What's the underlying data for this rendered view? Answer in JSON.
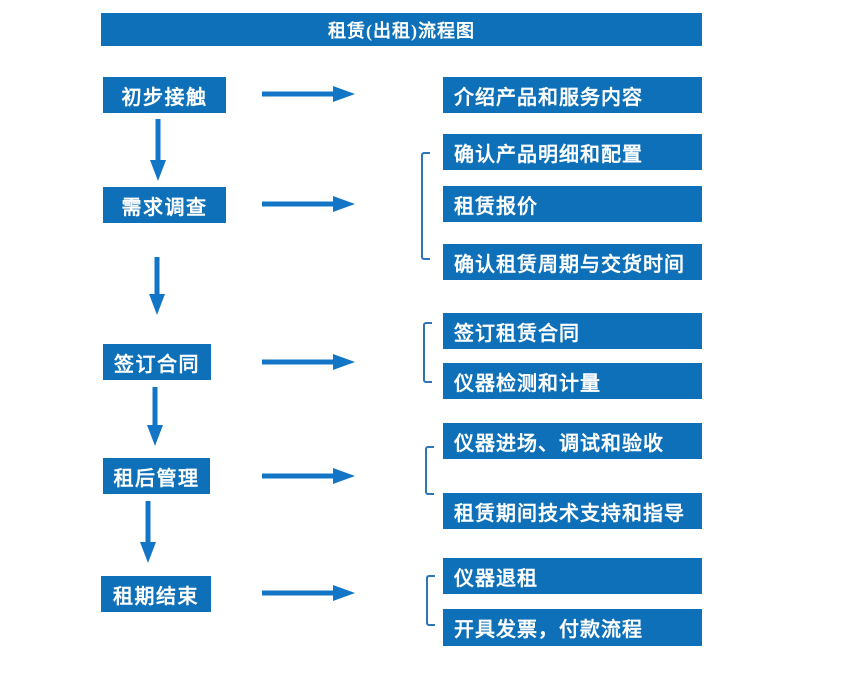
{
  "title": "租赁(出租)流程图",
  "stages": [
    {
      "label": "初步接触",
      "details": [
        "介绍产品和服务内容"
      ]
    },
    {
      "label": "需求调查",
      "details": [
        "确认产品明细和配置",
        "租赁报价",
        "确认租赁周期与交货时间"
      ]
    },
    {
      "label": "签订合同",
      "details": [
        "签订租赁合同",
        "仪器检测和计量"
      ]
    },
    {
      "label": "租后管理",
      "details": [
        "仪器进场、调试和验收",
        "租赁期间技术支持和指导"
      ]
    },
    {
      "label": "租期结束",
      "details": [
        "仪器退租",
        "开具发票，付款流程"
      ]
    }
  ],
  "colors": {
    "box_fill": "#0E70B8",
    "arrow": "#1375C6",
    "bracket": "#2E75B6",
    "text": "#FFFFFF",
    "background": "#FFFFFF"
  }
}
